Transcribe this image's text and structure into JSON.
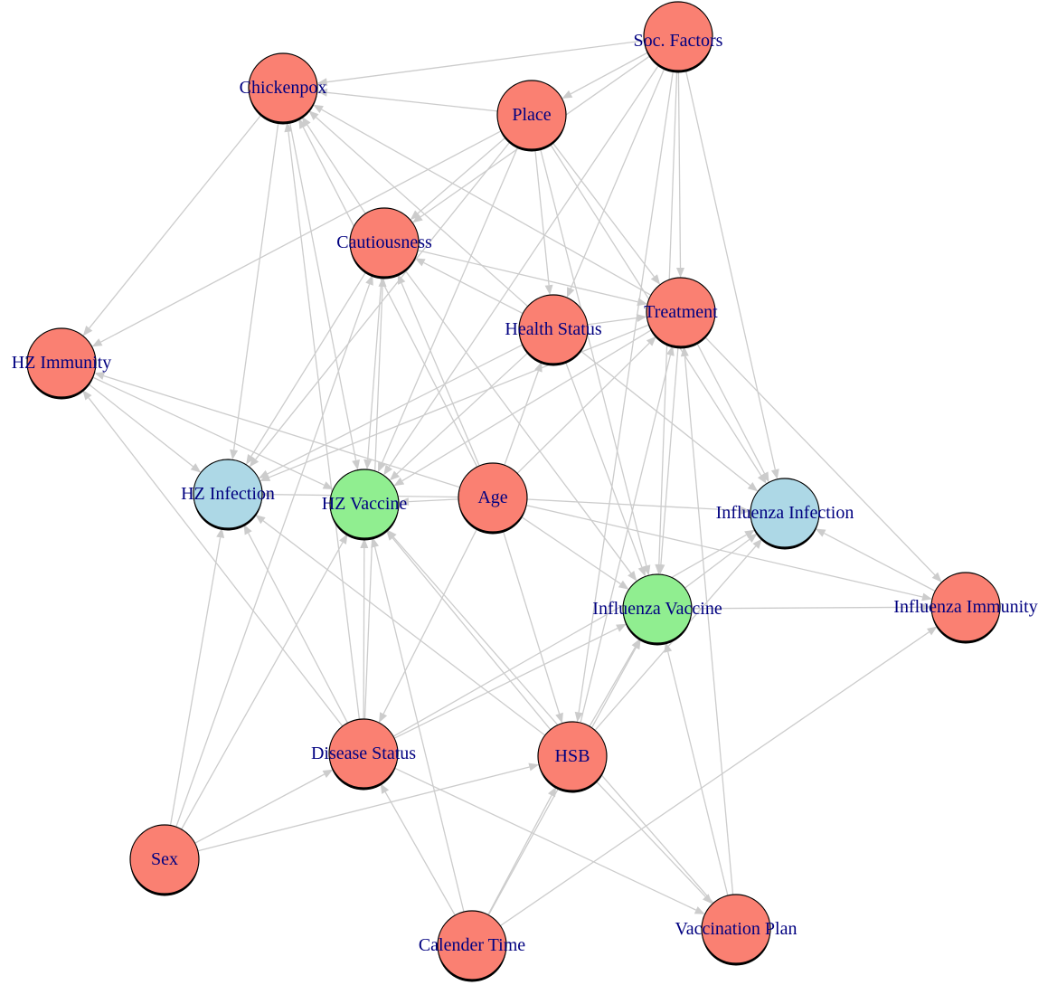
{
  "graph": {
    "colors": {
      "edge": "#cccccc",
      "label": "#000080",
      "outline": "#000000"
    },
    "nodes": [
      {
        "label": "Soc. Factors",
        "fill": "#FA8072"
      },
      {
        "label": "Chickenpox",
        "fill": "#FA8072"
      },
      {
        "label": "Place",
        "fill": "#FA8072"
      },
      {
        "label": "Cautiousness",
        "fill": "#FA8072"
      },
      {
        "label": "Treatment",
        "fill": "#FA8072"
      },
      {
        "label": "Health Status",
        "fill": "#FA8072"
      },
      {
        "label": "HZ Immunity",
        "fill": "#FA8072"
      },
      {
        "label": "HZ Infection",
        "fill": "#ADD8E6"
      },
      {
        "label": "HZ Vaccine",
        "fill": "#90EE90"
      },
      {
        "label": "Age",
        "fill": "#FA8072"
      },
      {
        "label": "Influenza Infection",
        "fill": "#ADD8E6"
      },
      {
        "label": "Influenza Vaccine",
        "fill": "#90EE90"
      },
      {
        "label": "Influenza Immunity",
        "fill": "#FA8072"
      },
      {
        "label": "Disease Status",
        "fill": "#FA8072"
      },
      {
        "label": "HSB",
        "fill": "#FA8072"
      },
      {
        "label": "Sex",
        "fill": "#FA8072"
      },
      {
        "label": "Calender Time",
        "fill": "#FA8072"
      },
      {
        "label": "Vaccination Plan",
        "fill": "#FA8072"
      }
    ],
    "edges": [
      [
        0,
        1
      ],
      [
        0,
        2
      ],
      [
        0,
        3
      ],
      [
        0,
        4
      ],
      [
        0,
        5
      ],
      [
        0,
        8
      ],
      [
        0,
        14
      ],
      [
        0,
        11
      ],
      [
        0,
        10
      ],
      [
        2,
        1
      ],
      [
        2,
        6
      ],
      [
        2,
        3
      ],
      [
        2,
        8
      ],
      [
        2,
        5
      ],
      [
        2,
        4
      ],
      [
        2,
        11
      ],
      [
        2,
        10
      ],
      [
        2,
        7
      ],
      [
        1,
        6
      ],
      [
        1,
        7
      ],
      [
        1,
        8
      ],
      [
        3,
        1
      ],
      [
        3,
        7
      ],
      [
        3,
        8
      ],
      [
        3,
        4
      ],
      [
        3,
        11
      ],
      [
        5,
        1
      ],
      [
        5,
        3
      ],
      [
        5,
        7
      ],
      [
        5,
        8
      ],
      [
        5,
        4
      ],
      [
        5,
        11
      ],
      [
        5,
        10
      ],
      [
        4,
        1
      ],
      [
        4,
        7
      ],
      [
        4,
        8
      ],
      [
        4,
        10
      ],
      [
        4,
        11
      ],
      [
        4,
        12
      ],
      [
        9,
        3
      ],
      [
        9,
        5
      ],
      [
        9,
        4
      ],
      [
        9,
        6
      ],
      [
        9,
        7
      ],
      [
        9,
        8
      ],
      [
        9,
        10
      ],
      [
        9,
        11
      ],
      [
        9,
        12
      ],
      [
        9,
        14
      ],
      [
        9,
        13
      ],
      [
        9,
        1
      ],
      [
        6,
        7
      ],
      [
        6,
        8
      ],
      [
        11,
        12
      ],
      [
        12,
        10
      ],
      [
        11,
        10
      ],
      [
        13,
        1
      ],
      [
        13,
        6
      ],
      [
        13,
        7
      ],
      [
        13,
        8
      ],
      [
        13,
        3
      ],
      [
        13,
        11
      ],
      [
        13,
        10
      ],
      [
        13,
        17
      ],
      [
        14,
        7
      ],
      [
        14,
        8
      ],
      [
        14,
        11
      ],
      [
        14,
        10
      ],
      [
        14,
        4
      ],
      [
        14,
        17
      ],
      [
        15,
        7
      ],
      [
        15,
        8
      ],
      [
        15,
        3
      ],
      [
        15,
        13
      ],
      [
        15,
        14
      ],
      [
        16,
        13
      ],
      [
        16,
        8
      ],
      [
        16,
        14
      ],
      [
        16,
        12
      ],
      [
        16,
        11
      ],
      [
        17,
        11
      ],
      [
        17,
        4
      ],
      [
        17,
        8
      ]
    ]
  }
}
